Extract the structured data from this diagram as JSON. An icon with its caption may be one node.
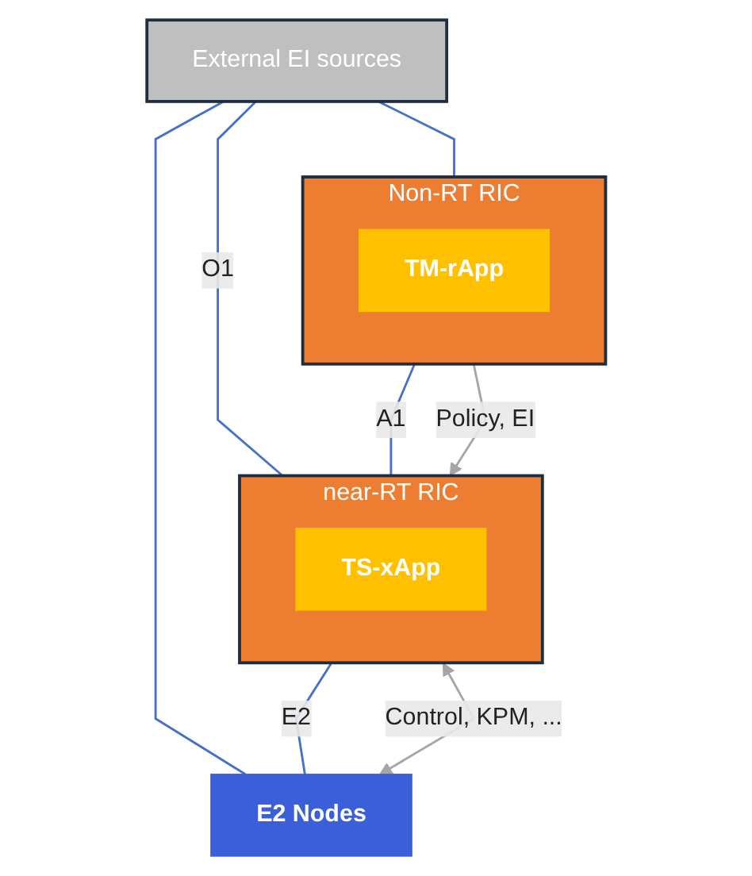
{
  "diagram": {
    "nodes": [
      {
        "text": [
          "External EI sources"
        ]
      },
      {
        "text": [
          "Non-RT RIC"
        ]
      },
      {
        "text": [
          "TM-rApp"
        ],
        "in": 1
      },
      {
        "text": [
          "near-RT RIC"
        ]
      },
      {
        "text": [
          "TS-xApp"
        ],
        "in": 3
      },
      {
        "text": [
          "E2 Nodes"
        ]
      }
    ],
    "edges": [
      {
        "from": 0,
        "to": 1,
        "arrow": "none"
      },
      {
        "from": 0,
        "to": 3,
        "arrow": "none",
        "label": "O1"
      },
      {
        "from": 0,
        "to": 5,
        "arrow": "none"
      },
      {
        "from": 1,
        "to": 3,
        "arrow": "none",
        "label": "A1"
      },
      {
        "from": 1,
        "to": 3,
        "arrow": "to",
        "label": "Policy, EI",
        "color": "#a6a6a6"
      },
      {
        "from": 3,
        "to": 5,
        "arrow": "none",
        "label": "E2"
      },
      {
        "from": 3,
        "to": 5,
        "arrow": "both",
        "label": "Control, KPM, ...",
        "color": "#a6a6a6"
      }
    ]
  }
}
